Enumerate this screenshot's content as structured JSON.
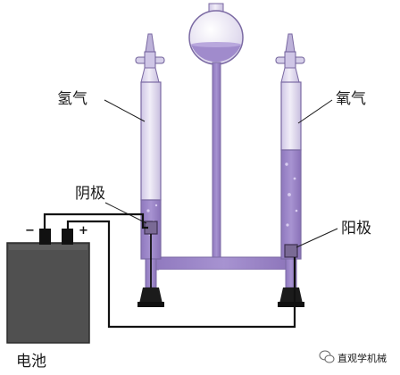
{
  "labels": {
    "hydrogen": "氢气",
    "oxygen": "氧气",
    "cathode": "阴极",
    "anode": "阳极",
    "battery": "电池",
    "minus": "−",
    "plus": "+"
  },
  "watermark": {
    "text": "直观学机械",
    "icon": "wechat-icon"
  },
  "colors": {
    "liquid": "#9f8bc6",
    "liquid_dark": "#8a72b8",
    "gas": "#e5e0f1",
    "tube_edge": "#7b6aa3",
    "battery": "#4f4f4f",
    "wire": "#111111",
    "electrode": "#7a6a95"
  }
}
